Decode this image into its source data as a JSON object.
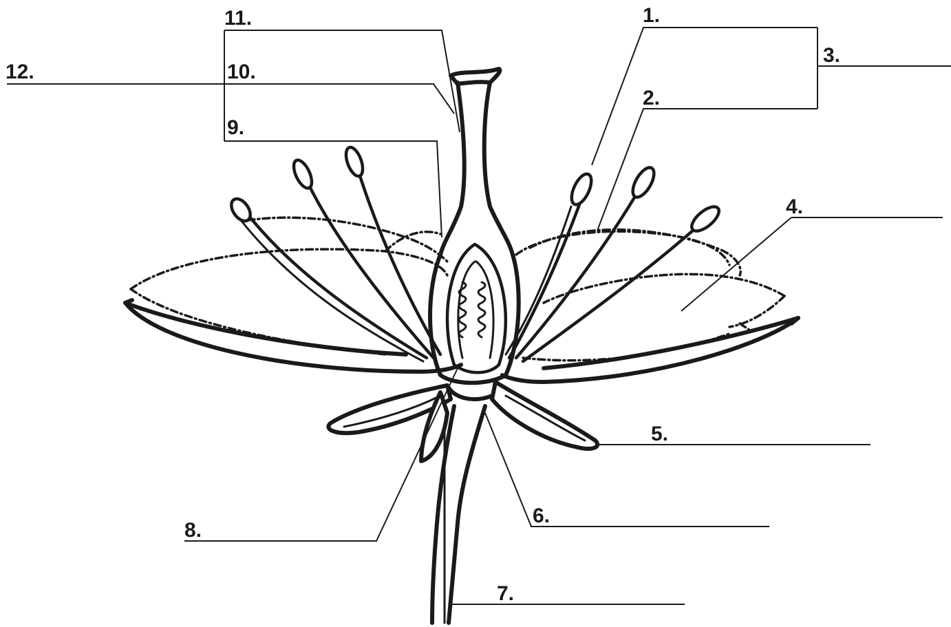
{
  "labels": {
    "l1": "1.",
    "l2": "2.",
    "l3": "3.",
    "l4": "4.",
    "l5": "5.",
    "l6": "6.",
    "l7": "7.",
    "l8": "8.",
    "l9": "9.",
    "l10": "10.",
    "l11": "11.",
    "l12": "12."
  }
}
